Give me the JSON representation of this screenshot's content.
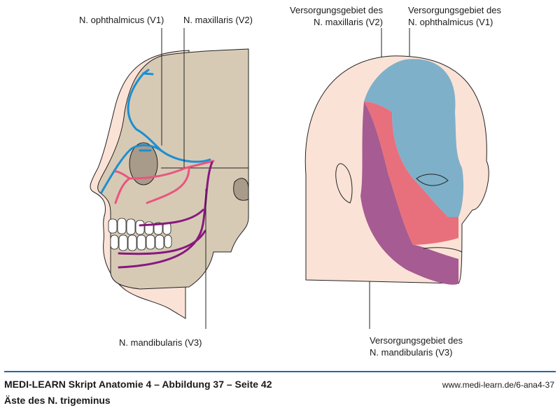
{
  "labels": {
    "ophthalmicus": "N. ophthalmicus (V1)",
    "maxillaris": "N. maxillaris (V2)",
    "mandibularis": "N. mandibularis (V3)",
    "area_v2_line1": "Versorgungsgebiet des",
    "area_v2_line2": "N. maxillaris (V2)",
    "area_v1_line1": "Versorgungsgebiet des",
    "area_v1_line2": "N. ophthalmicus (V1)",
    "area_v3_line1": "Versorgungsgebiet des",
    "area_v3_line2": "N. mandibularis (V3)"
  },
  "footer": {
    "source": "MEDI-LEARN Skript Anatomie 4 – Abbildung 37 – Seite 42",
    "url": "www.medi-learn.de/6-ana4-37",
    "caption": "Äste des N. trigeminus"
  },
  "colors": {
    "skin": "#fbe2d6",
    "bone": "#d7cab5",
    "v1": "#1b8fd2",
    "v2": "#e9557f",
    "v3": "#87197f",
    "area_v1": "#7fb0c9",
    "area_v2": "#e8707c",
    "area_v3": "#a65b92",
    "rule": "#2a64a8"
  }
}
